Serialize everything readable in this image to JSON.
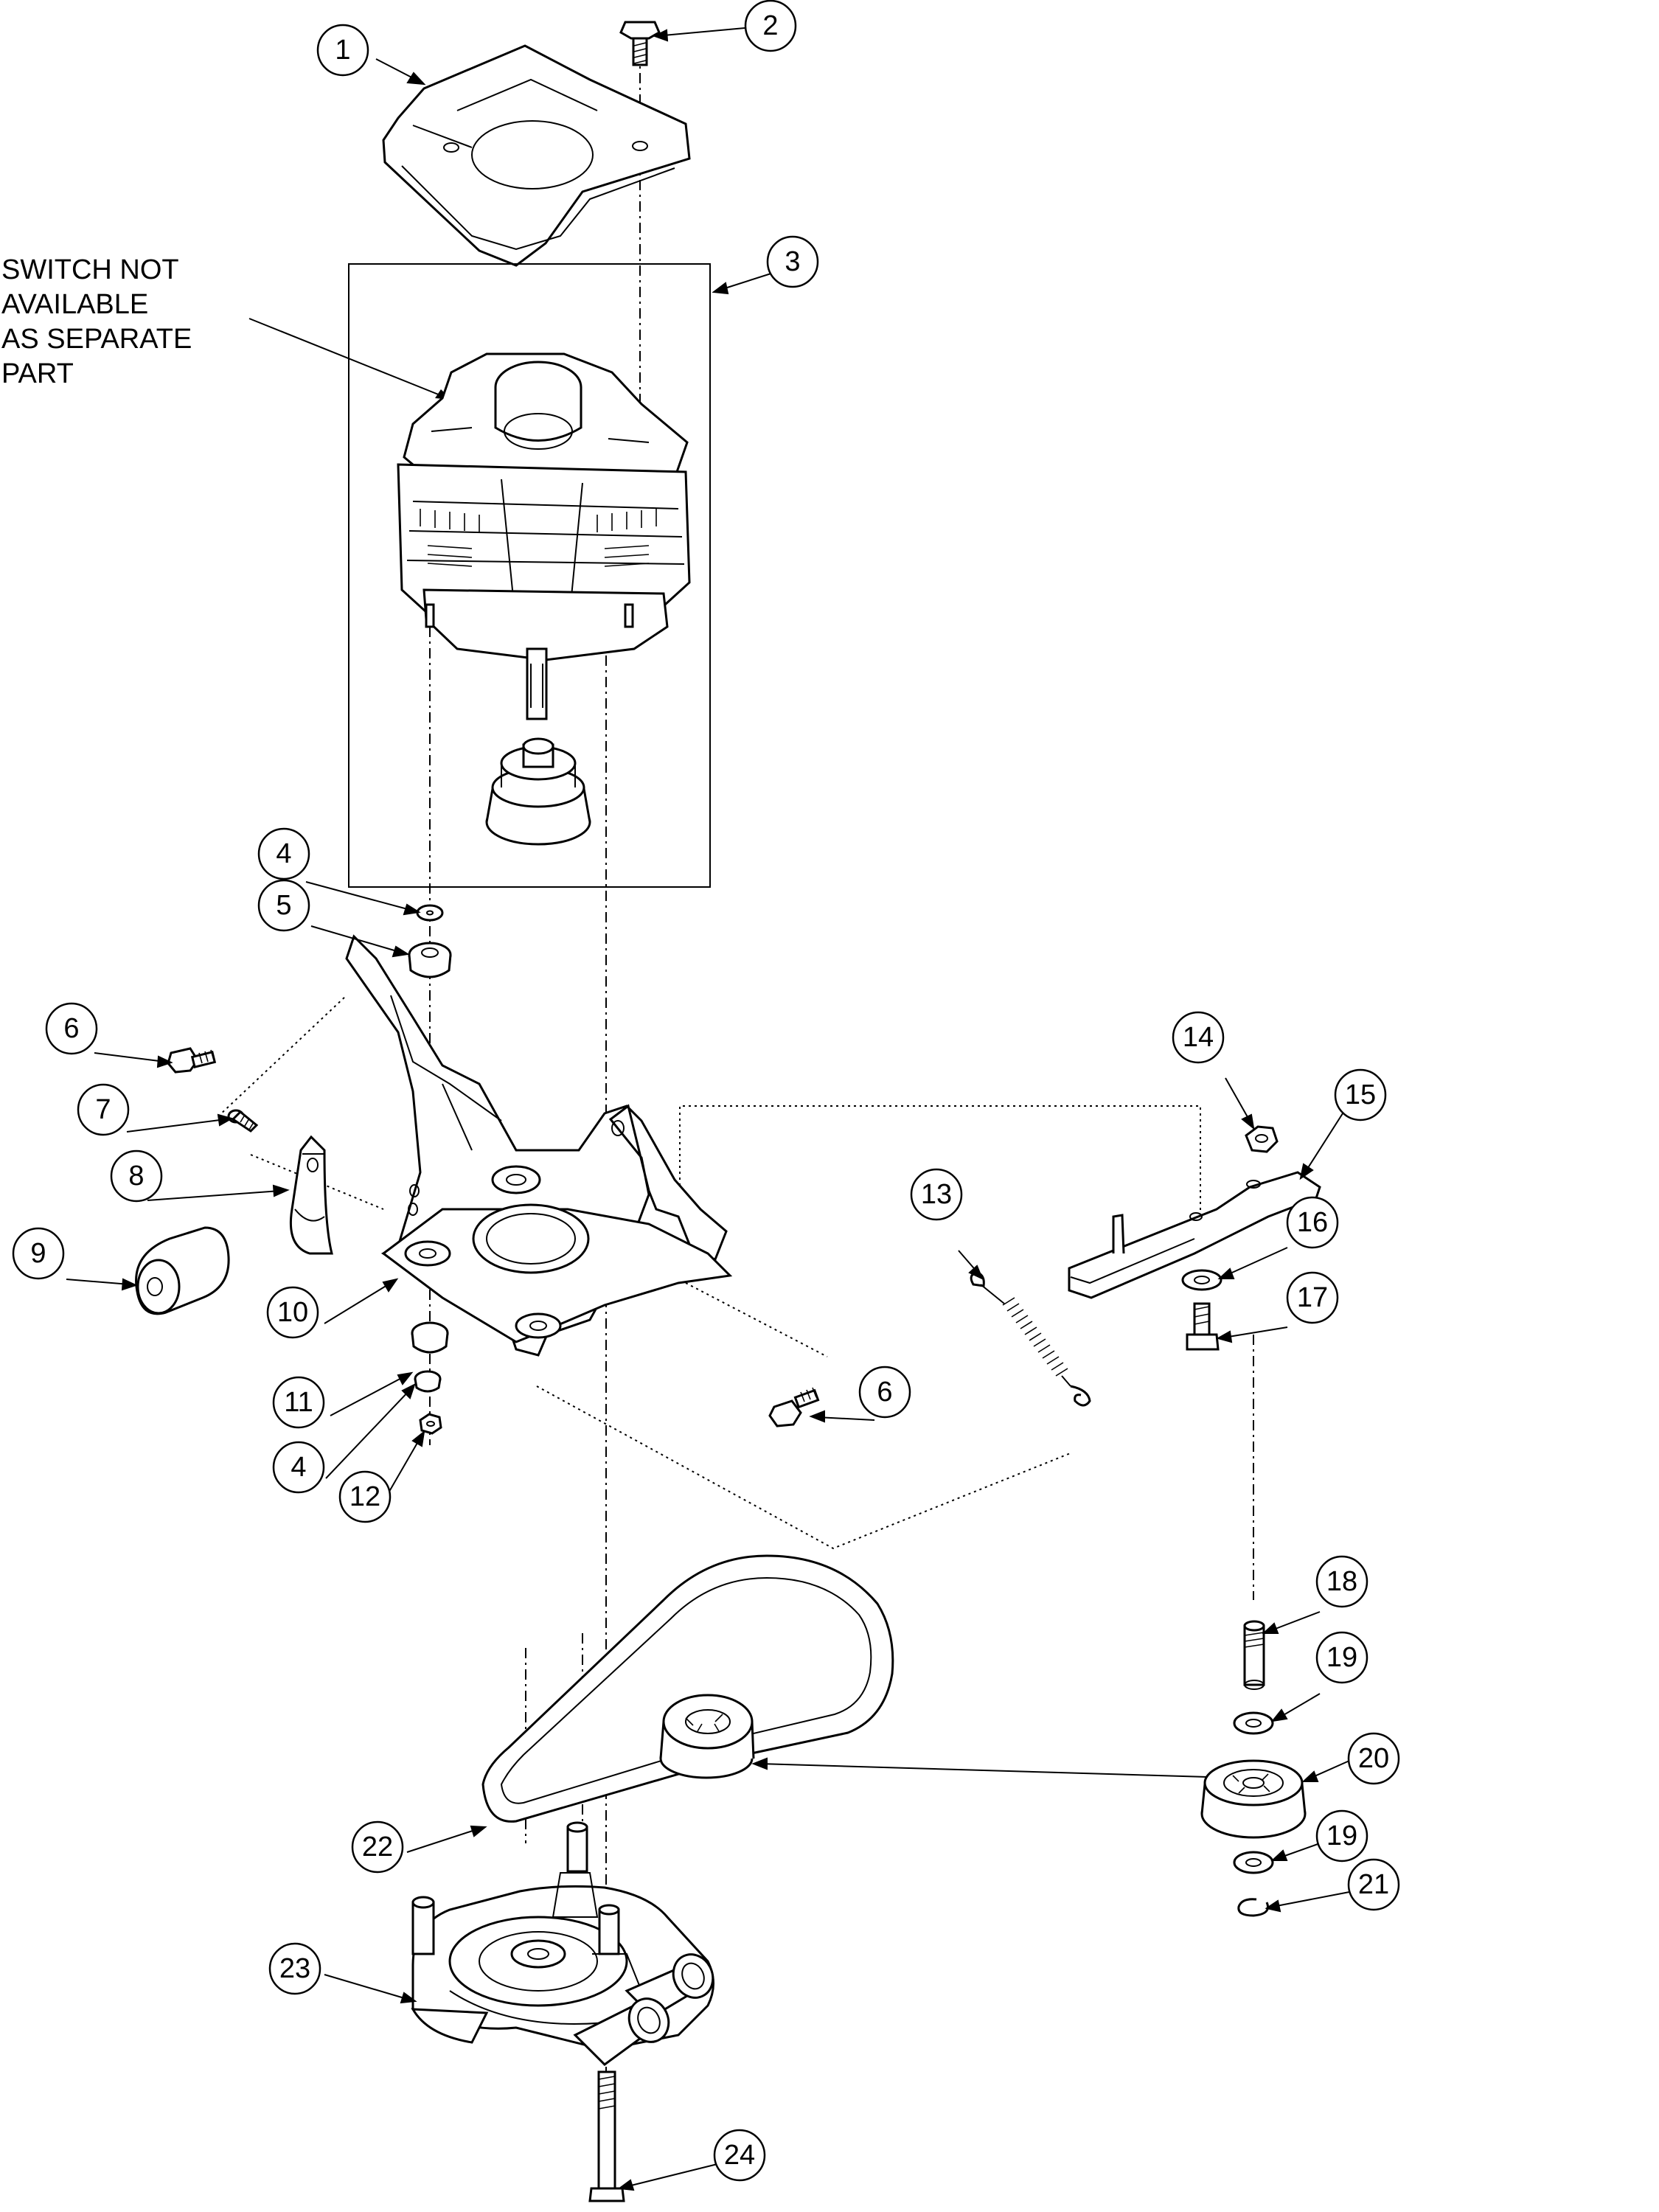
{
  "note": {
    "lines": [
      "SWITCH NOT",
      "AVAILABLE",
      "AS SEPARATE",
      "PART"
    ]
  },
  "callouts": [
    {
      "id": "c1",
      "label": "1"
    },
    {
      "id": "c2",
      "label": "2"
    },
    {
      "id": "c3",
      "label": "3"
    },
    {
      "id": "c4a",
      "label": "4"
    },
    {
      "id": "c5",
      "label": "5"
    },
    {
      "id": "c6a",
      "label": "6"
    },
    {
      "id": "c7",
      "label": "7"
    },
    {
      "id": "c8",
      "label": "8"
    },
    {
      "id": "c9",
      "label": "9"
    },
    {
      "id": "c10",
      "label": "10"
    },
    {
      "id": "c11",
      "label": "11"
    },
    {
      "id": "c4b",
      "label": "4"
    },
    {
      "id": "c12",
      "label": "12"
    },
    {
      "id": "c6b",
      "label": "6"
    },
    {
      "id": "c13",
      "label": "13"
    },
    {
      "id": "c14",
      "label": "14"
    },
    {
      "id": "c15",
      "label": "15"
    },
    {
      "id": "c16",
      "label": "16"
    },
    {
      "id": "c17",
      "label": "17"
    },
    {
      "id": "c18",
      "label": "18"
    },
    {
      "id": "c19a",
      "label": "19"
    },
    {
      "id": "c20",
      "label": "20"
    },
    {
      "id": "c19b",
      "label": "19"
    },
    {
      "id": "c21",
      "label": "21"
    },
    {
      "id": "c22",
      "label": "22"
    },
    {
      "id": "c23",
      "label": "23"
    },
    {
      "id": "c24",
      "label": "24"
    }
  ]
}
